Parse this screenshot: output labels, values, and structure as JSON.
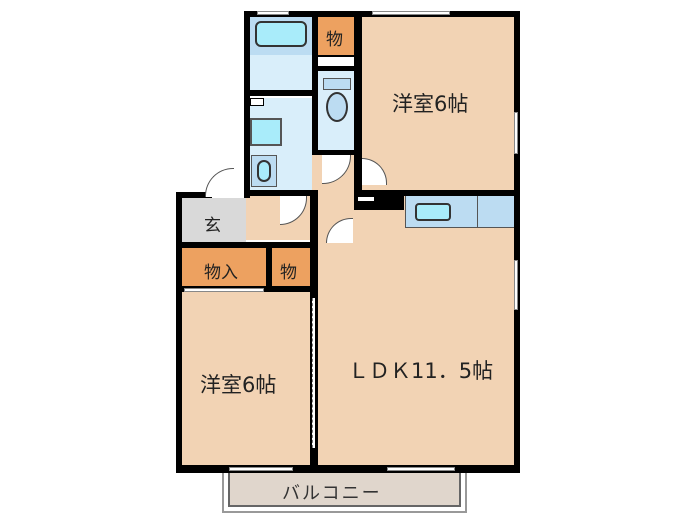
{
  "floorplan": {
    "colors": {
      "wall": "#000000",
      "room_floor": "#f2d3b4",
      "storage": "#eda160",
      "wet_area": "#bcdcf2",
      "wet_area_light": "#d9eefa",
      "fixture": "#a9ecfa",
      "entrance": "#d9d9d9",
      "balcony": "#e0d6cc"
    },
    "rooms": {
      "western_room_north": "洋室6帖",
      "western_room_south": "洋室6帖",
      "ldk": "ＬＤＫ11．5帖",
      "entrance": "玄",
      "storage_closet": "物入",
      "storage_small_1": "物",
      "storage_small_2": "物",
      "balcony": "バルコニー"
    }
  }
}
